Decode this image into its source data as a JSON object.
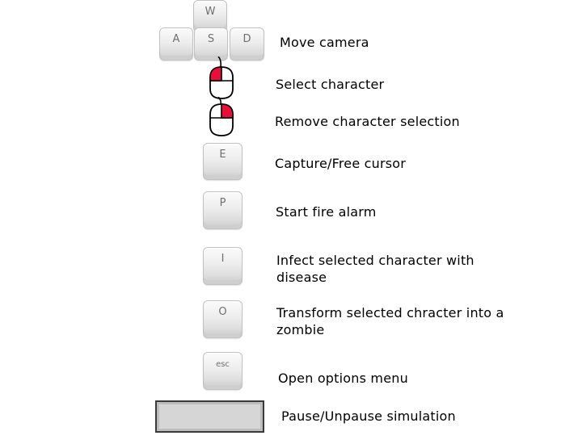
{
  "keys": {
    "w": "W",
    "a": "A",
    "s": "S",
    "d": "D",
    "e": "E",
    "p": "P",
    "i": "I",
    "o": "O",
    "esc": "esc"
  },
  "controls": [
    {
      "id": "move",
      "label": "Move camera",
      "input": "wasd-keys-icon"
    },
    {
      "id": "select",
      "label": "Select character",
      "input": "mouse-left-click-icon"
    },
    {
      "id": "remove",
      "label": "Remove character selection",
      "input": "mouse-right-click-icon"
    },
    {
      "id": "capture",
      "label": "Capture/Free cursor",
      "input": "e-key"
    },
    {
      "id": "fire",
      "label": "Start fire alarm",
      "input": "p-key"
    },
    {
      "id": "infect",
      "label": "Infect selected character with disease",
      "input": "i-key"
    },
    {
      "id": "zombie",
      "label": "Transform selected chracter into a zombie",
      "input": "o-key"
    },
    {
      "id": "options",
      "label": "Open options menu",
      "input": "esc-key"
    },
    {
      "id": "pause",
      "label": "Pause/Unpause simulation",
      "input": "spacebar-key"
    }
  ],
  "colors": {
    "mouse_button_highlight": "#e8103a",
    "mouse_outline": "#000000"
  }
}
